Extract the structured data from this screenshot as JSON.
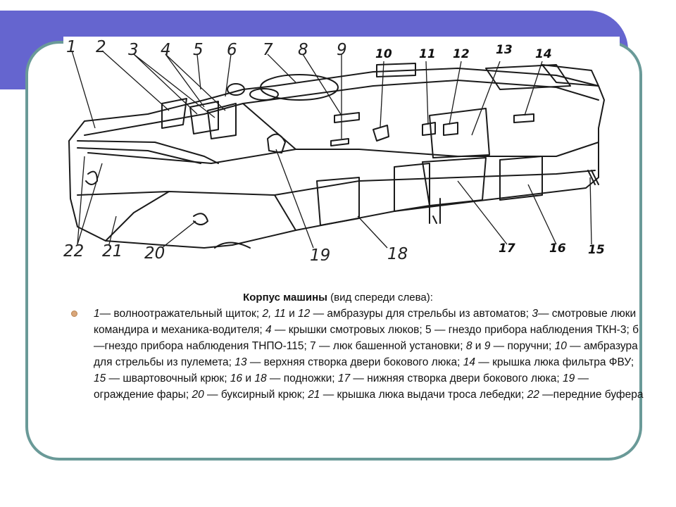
{
  "caption": {
    "title_bold": "Корпус машины",
    "title_rest": " (вид спереди слева):"
  },
  "labels_handwritten": [
    "1",
    "2",
    "3",
    "4",
    "5",
    "6",
    "7",
    "8",
    "9",
    "22",
    "21",
    "20",
    "19",
    "18"
  ],
  "labels_bold": [
    "10",
    "11",
    "12",
    "13",
    "14",
    "17",
    "16",
    "15"
  ],
  "legend_segments": [
    {
      "t": "1",
      "i": true
    },
    {
      "t": "— волноотражательный щиток; ",
      "i": false
    },
    {
      "t": "2, 11",
      "i": true
    },
    {
      "t": " и ",
      "i": false
    },
    {
      "t": "12",
      "i": true
    },
    {
      "t": " — амбразуры для стрельбы из автоматов; ",
      "i": false
    },
    {
      "t": "3",
      "i": true
    },
    {
      "t": "— смотровые люки командира и механика-водителя; ",
      "i": false
    },
    {
      "t": "4",
      "i": true
    },
    {
      "t": " — крышки смотровых люков; ",
      "i": false
    },
    {
      "t": "5",
      "i": false
    },
    {
      "t": " — гнездо прибора наблюдения ТКН-3; ",
      "i": false
    },
    {
      "t": "б",
      "i": false
    },
    {
      "t": " —гнездо прибора наблюдения ТНПО-115; ",
      "i": false
    },
    {
      "t": "7",
      "i": false
    },
    {
      "t": " — люк башенной установки; ",
      "i": false
    },
    {
      "t": "8",
      "i": true
    },
    {
      "t": " и ",
      "i": false
    },
    {
      "t": "9",
      "i": true
    },
    {
      "t": " — поручни; ",
      "i": false
    },
    {
      "t": "10",
      "i": true
    },
    {
      "t": " — амбразура для стрельбы из пулемета; ",
      "i": false
    },
    {
      "t": "13",
      "i": true
    },
    {
      "t": " — верхняя створка двери бокового люка; ",
      "i": false
    },
    {
      "t": "14",
      "i": true
    },
    {
      "t": " — крышка люка фильтра ФВУ; ",
      "i": false
    },
    {
      "t": "15",
      "i": true
    },
    {
      "t": " — швартовочный крюк; ",
      "i": false
    },
    {
      "t": "16",
      "i": true
    },
    {
      "t": " и ",
      "i": false
    },
    {
      "t": "18",
      "i": true
    },
    {
      "t": " — подножки; ",
      "i": false
    },
    {
      "t": "17",
      "i": true
    },
    {
      "t": " — нижняя створка двери бокового люка; ",
      "i": false
    },
    {
      "t": "19",
      "i": true
    },
    {
      "t": " — ограждение фары; ",
      "i": false
    },
    {
      "t": "20",
      "i": true
    },
    {
      "t": " — буксирный крюк; ",
      "i": false
    },
    {
      "t": "21",
      "i": true
    },
    {
      "t": " — крышка люка выдачи троса лебедки; ",
      "i": false
    },
    {
      "t": "22",
      "i": true
    },
    {
      "t": " —передние буфера",
      "i": false
    }
  ],
  "colors": {
    "header_bar": "#6565cf",
    "frame_border": "#6a9a98",
    "bullet": "#d9a67a"
  }
}
